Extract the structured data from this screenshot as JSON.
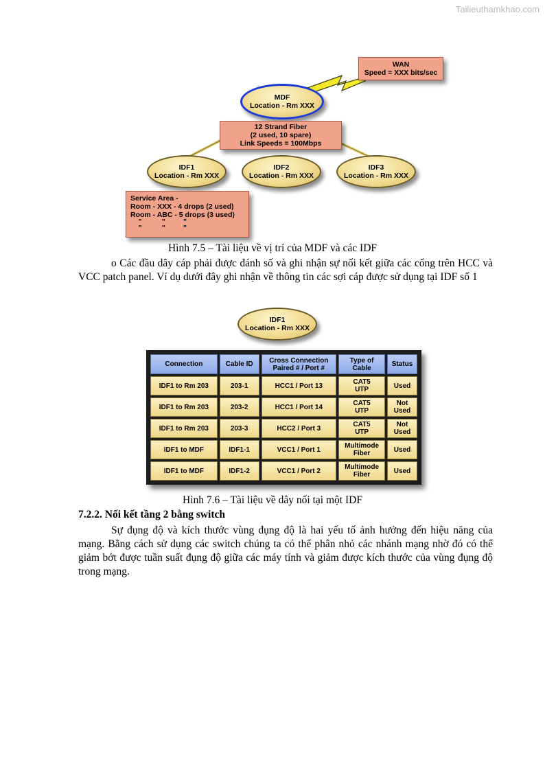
{
  "watermark": "Tailieuthamkhao.com",
  "figure1": {
    "wan": [
      "WAN",
      "Speed = XXX bits/sec"
    ],
    "mdf": [
      "MDF",
      "Location - Rm XXX"
    ],
    "fiber": [
      "12 Strand Fiber",
      "(2 used, 10 spare)",
      "Link Speeds = 100Mbps"
    ],
    "idf1": [
      "IDF1",
      "Location - Rm XXX"
    ],
    "idf2": [
      "IDF2",
      "Location - Rm XXX"
    ],
    "idf3": [
      "IDF3",
      "Location - Rm XXX"
    ],
    "service_area": [
      "Service Area -",
      "Room - XXX - 4 drops (2 used)",
      "Room - ABC - 5 drops (3 used)",
      "    \"          \"         \"",
      "    \"          \"         \""
    ],
    "caption": "Hình 7.5 – Tài liệu về vị trí của MDF và các IDF"
  },
  "paragraph1": "o  Các đầu dây cáp phải được đánh số và ghi nhận sự nối kết giữa các cổng trên HCC và VCC patch panel. Ví dụ dưới đây ghi nhận về thông tin các sợi cáp được sử dụng tại IDF số 1",
  "figure2": {
    "node": [
      "IDF1",
      "Location - Rm XXX"
    ],
    "headers": [
      "Connection",
      "Cable ID",
      "Cross Connection\nPaired # / Port #",
      "Type of\nCable",
      "Status"
    ],
    "rows": [
      [
        "IDF1 to Rm 203",
        "203-1",
        "HCC1 / Port 13",
        "CAT5\nUTP",
        "Used"
      ],
      [
        "IDF1 to Rm 203",
        "203-2",
        "HCC1 / Port 14",
        "CAT5\nUTP",
        "Not\nUsed"
      ],
      [
        "IDF1 to Rm 203",
        "203-3",
        "HCC2 / Port 3",
        "CAT5\nUTP",
        "Not\nUsed"
      ],
      [
        "IDF1 to MDF",
        "IDF1-1",
        "VCC1 / Port 1",
        "Multimode\nFiber",
        "Used"
      ],
      [
        "IDF1 to MDF",
        "IDF1-2",
        "VCC1 / Port 2",
        "Multimode\nFiber",
        "Used"
      ]
    ],
    "caption": "Hình 7.6 – Tài liệu về dây nối tại một IDF"
  },
  "section_heading": "7.2.2. Nối kết tầng 2 bằng switch",
  "paragraph2": "Sự đụng độ và kích thước vùng đụng độ là hai yếu tố ảnh hưởng đến hiệu năng của mạng. Bằng cách sử dụng các switch chúng ta có thể phân nhỏ các nhánh mạng nhờ đó có thể giảm bớt được tuần suất đụng độ giữa các máy tính và giảm được kích thước của vùng đụng độ trong mạng."
}
